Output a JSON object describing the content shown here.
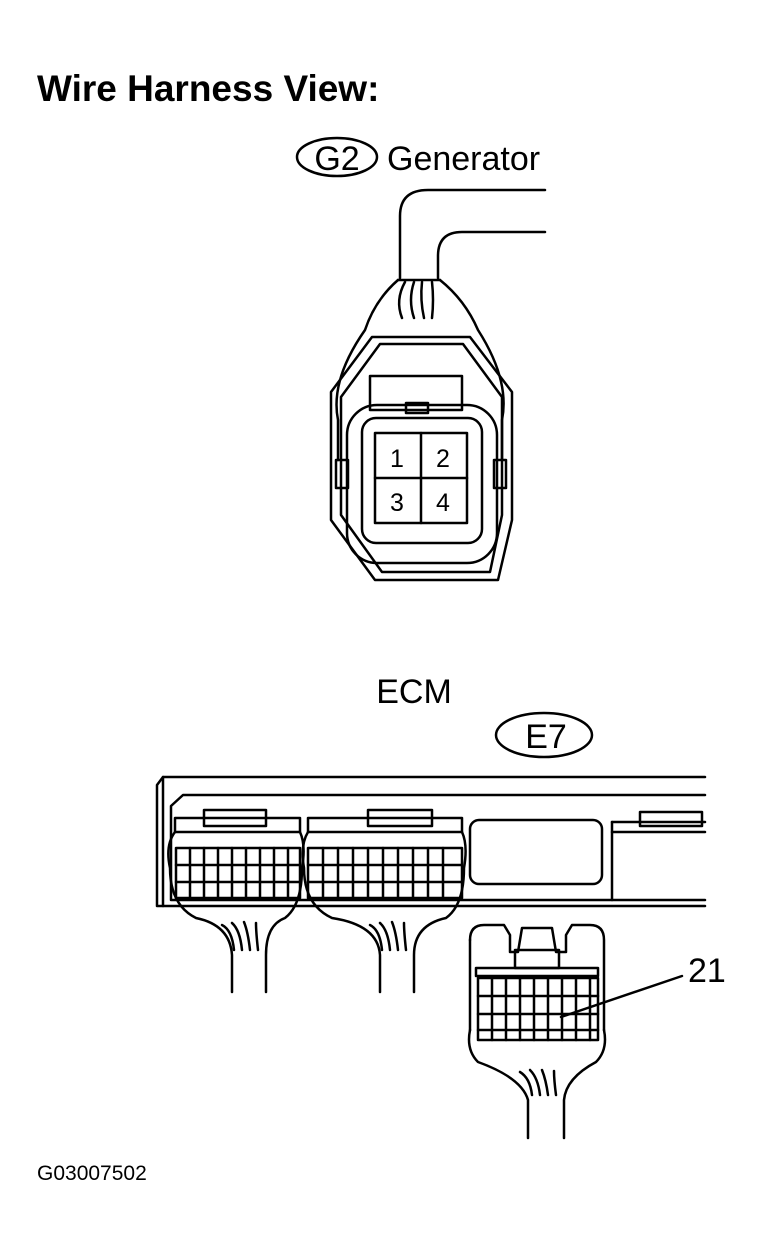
{
  "page": {
    "title": "Wire Harness View:",
    "figure_ref": "G03007502"
  },
  "generator": {
    "connector_code": "G2",
    "name": "Generator",
    "pins": [
      "1",
      "2",
      "3",
      "4"
    ]
  },
  "ecm": {
    "name": "ECM",
    "connector_code": "E7",
    "pin_callout": "21"
  }
}
